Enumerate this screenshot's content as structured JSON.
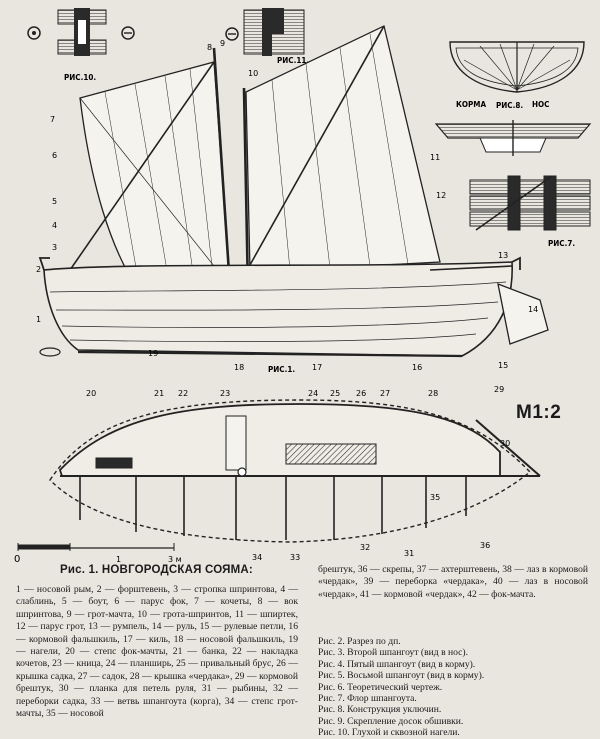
{
  "figure_labels": {
    "fig1": "РИС.1.",
    "fig7": "РИС.7.",
    "fig8": "РИС.8.",
    "fig10": "РИС.10.",
    "fig11": "РИС.11.",
    "stern": "КОРМА",
    "bow": "НОС"
  },
  "scale": {
    "ratio": "М1:2",
    "start": "0",
    "mid": "1",
    "end": "3 м"
  },
  "callouts": [
    "1",
    "2",
    "3",
    "4",
    "5",
    "6",
    "7",
    "8",
    "9",
    "10",
    "11",
    "12",
    "13",
    "14",
    "15",
    "16",
    "17",
    "18",
    "19",
    "20",
    "21",
    "22",
    "23",
    "24",
    "25",
    "26",
    "27",
    "28",
    "29",
    "30",
    "31",
    "32",
    "33",
    "34",
    "35",
    "36"
  ],
  "caption": {
    "title": "Рис. 1. НОВГОРОДСКАЯ СОЯМА:",
    "legend_left": "1 — носовой рым, 2 — форштевень, 3 — стропка шпринтова, 4 — слаблинь, 5 — боут, 6 — парус фок, 7 — кочеты, 8 — вок шпринтова, 9 — грот-мачта, 10 — грота-шпринтов, 11 — шпиртек, 12 — парус грот, 13 — румпель, 14 — руль, 15 — рулевые петли, 16 — кормовой фальшкиль, 17 — киль, 18 — носовой фальшкиль, 19 — нагели, 20 — степс фок-мачты, 21 — банка, 22 — накладка кочетов, 23 — кница, 24 — планширь, 25 — привальный брус, 26 — крышка садка, 27 — садок, 28 — крышка «чердака», 29 — кормовой брештук, 30 — планка для петель руля, 31 — рыбины, 32 — переборки садка, 33 — ветвь шпангоута (корга), 34 — степс грот-мачты, 35 — носовой",
    "legend_right": "брештук, 36 — скрепы, 37 — ахтерштевень, 38 — лаз в кормовой «чердак», 39 — переборка «чердака», 40 — лаз в носовой «чердак», 41 — кормовой «чердак», 42 — фок-мачта.",
    "figures": [
      "Рис. 2. Разрез по дп.",
      "Рис. 3. Второй шпангоут (вид в нос).",
      "Рис. 4. Пятый шпангоут (вид в корму).",
      "Рис. 5. Восьмой шпангоут (вид в корму).",
      "Рис. 6. Теоретический чертеж.",
      "Рис. 7. Флор шпангоута.",
      "Рис. 8. Конструкция уключин.",
      "Рис. 9. Скрепление досок обшивки.",
      "Рис. 10. Глухой и сквозной нагели."
    ]
  }
}
